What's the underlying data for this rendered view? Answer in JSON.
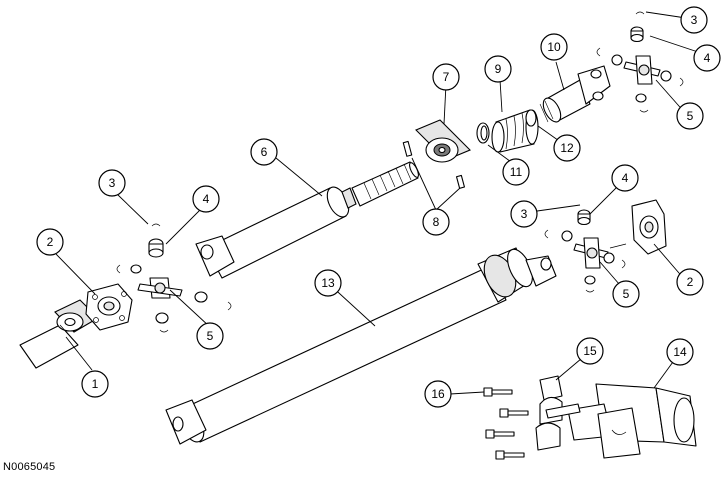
{
  "figure_id": "N0065045",
  "callouts": [
    "1",
    "2",
    "3",
    "4",
    "5",
    "6",
    "7",
    "8",
    "9",
    "10",
    "11",
    "12",
    "13",
    "14",
    "15",
    "16"
  ],
  "callout_2b": "2",
  "callout_3b": "3",
  "callout_3c": "3",
  "callout_4b": "4",
  "callout_4c": "4",
  "callout_5b": "5",
  "callout_5c": "5"
}
